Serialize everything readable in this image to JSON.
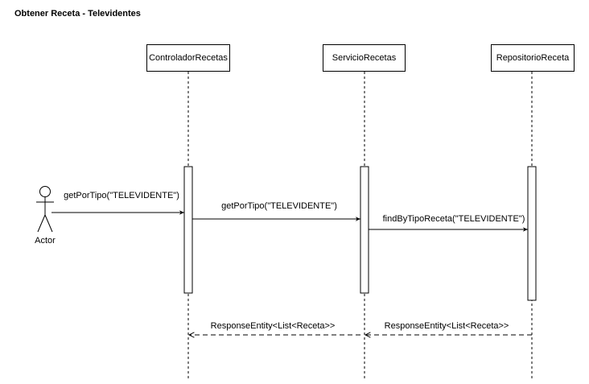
{
  "diagram": {
    "title": "Obtener Receta - Televidentes",
    "actor": {
      "label": "Actor"
    },
    "participants": [
      {
        "id": "controlador",
        "label": "ControladorRecetas"
      },
      {
        "id": "servicio",
        "label": "ServicioRecetas"
      },
      {
        "id": "repositorio",
        "label": "RepositorioReceta"
      }
    ],
    "messages": [
      {
        "id": "m1",
        "label": "getPorTipo(\"TELEVIDENTE\")",
        "from": "actor",
        "to": "controlador",
        "style": "solid"
      },
      {
        "id": "m2",
        "label": "getPorTipo(\"TELEVIDENTE\")",
        "from": "controlador",
        "to": "servicio",
        "style": "solid"
      },
      {
        "id": "m3",
        "label": "findByTipoReceta(\"TELEVIDENTE\")",
        "from": "servicio",
        "to": "repositorio",
        "style": "solid"
      },
      {
        "id": "r1",
        "label": "ResponseEntity<List<Receta>>",
        "from": "servicio",
        "to": "controlador",
        "style": "dashed"
      },
      {
        "id": "r2",
        "label": "ResponseEntity<List<Receta>>",
        "from": "repositorio",
        "to": "servicio",
        "style": "dashed"
      }
    ]
  }
}
